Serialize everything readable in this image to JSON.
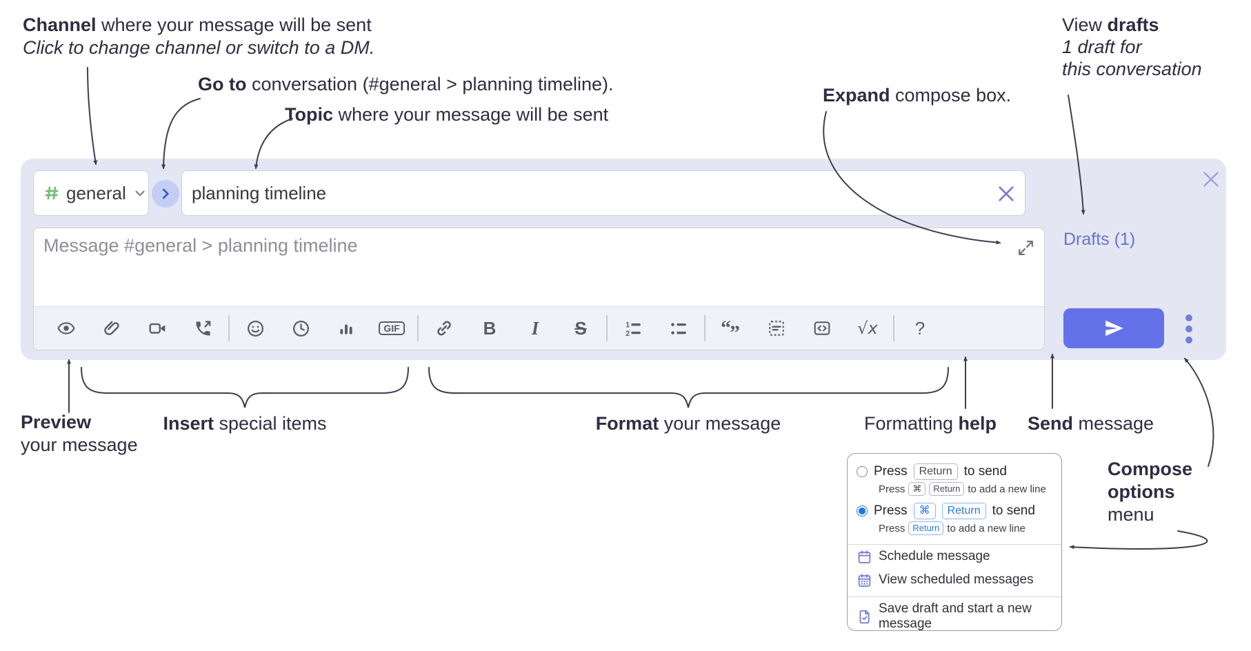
{
  "annotations": {
    "channel": {
      "bold": "Channel",
      "rest": " where your message will be sent",
      "line2": "Click to change channel or switch to a DM."
    },
    "goto": {
      "bold": "Go to",
      "rest": " conversation (#general > planning timeline)."
    },
    "topic": {
      "bold": "Topic",
      "rest": " where your message will be sent"
    },
    "expand": {
      "bold": "Expand",
      "rest": " compose box."
    },
    "view_drafts": {
      "pre": "View ",
      "bold": "drafts",
      "line2": "1 draft for",
      "line3": "this conversation"
    },
    "preview": {
      "bold": "Preview",
      "line2": "your message"
    },
    "insert": {
      "bold": "Insert",
      "rest": " special items"
    },
    "format": {
      "bold": "Format",
      "rest": " your message"
    },
    "formatting_help": {
      "pre": "Formatting ",
      "bold": "help"
    },
    "send": {
      "bold": "Send",
      "rest": " message"
    },
    "compose_options": {
      "bold_line1": "Compose",
      "bold_line2": "options",
      "line3": "menu"
    }
  },
  "compose": {
    "channel_name": "general",
    "topic_value": "planning timeline",
    "message_placeholder": "Message #general > planning timeline",
    "drafts_label": "Drafts (1)",
    "toolbar_icons": [
      "preview-eye",
      "attach-paperclip",
      "video-call",
      "audio-call",
      "emoji-smiley",
      "time-clock",
      "poll-bar-chart",
      "gif",
      "link",
      "bold",
      "italic",
      "strikethrough",
      "numbered-list",
      "bulleted-list",
      "quote",
      "spoiler",
      "code",
      "math",
      "help"
    ],
    "toolbar_labels": {
      "gif": "GIF",
      "bold": "B",
      "italic": "I",
      "strike": "S",
      "math": "√x",
      "help": "?",
      "quote_open": "“",
      "quote_close": "”"
    }
  },
  "popup": {
    "options": [
      {
        "selected": false,
        "main": {
          "pre": "Press",
          "key1": "Return",
          "post": "to send"
        },
        "sub": {
          "pre": "Press",
          "key1": "⌘",
          "key2": "Return",
          "post": "to add a new line"
        }
      },
      {
        "selected": true,
        "main": {
          "pre": "Press",
          "key1": "⌘",
          "key2": "Return",
          "post": "to send"
        },
        "sub": {
          "pre": "Press",
          "key1": "Return",
          "post": "to add a new line"
        }
      }
    ],
    "menu_items": [
      "Schedule message",
      "View scheduled messages",
      "Save draft and start a new message"
    ]
  },
  "colors": {
    "container_bg": "#e4e6f4",
    "send_button": "#6372e8",
    "drafts_link": "#6a73c8",
    "hash_green": "#72bd77",
    "goto_circle": "#c4cdf4",
    "goto_chevron": "#3a56d8",
    "radio_selected": "#2176e8",
    "kbd_blue": "#2479e8",
    "menu_icon_purple": "#7177d8",
    "toolbar_icon_gray": "#5c5c63",
    "annotation_text": "#2e2d42"
  }
}
